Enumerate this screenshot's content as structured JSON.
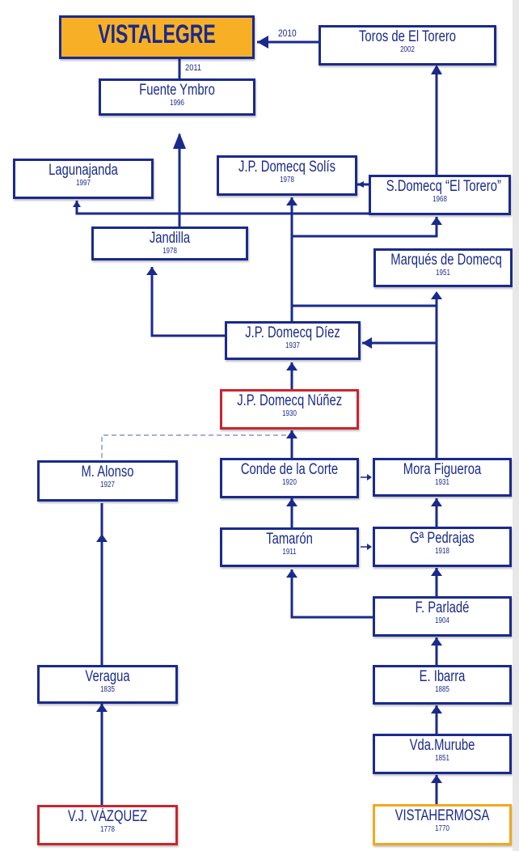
{
  "colors": {
    "line": "#1a2a8c",
    "red": "#c8262e",
    "orange": "#f2a81d",
    "main_fill": "#f7b026"
  },
  "nodes": {
    "vistalegre": {
      "name": "VISTALEGRE",
      "year": ""
    },
    "toros": {
      "name": "Toros de El Torero",
      "year": "2002"
    },
    "fuente": {
      "name": "Fuente Ymbro",
      "year": "1996"
    },
    "lagunajanda": {
      "name": "Lagunajanda",
      "year": "1997"
    },
    "jpdsolis": {
      "name": "J.P. Domecq Solís",
      "year": "1978"
    },
    "sdomecq": {
      "name": "S.Domecq “El Torero”",
      "year": "1968"
    },
    "jandilla": {
      "name": "Jandilla",
      "year": "1978"
    },
    "marques": {
      "name": "Marqués de Domecq",
      "year": "1951"
    },
    "jpdiez": {
      "name": "J.P. Domecq Díez",
      "year": "1937"
    },
    "jpnunez": {
      "name": "J.P. Domecq Núñez",
      "year": "1930"
    },
    "alonso": {
      "name": "M. Alonso",
      "year": "1927"
    },
    "conde": {
      "name": "Conde de la Corte",
      "year": "1920"
    },
    "mora": {
      "name": "Mora Figueroa",
      "year": "1931"
    },
    "tamaron": {
      "name": "Tamarón",
      "year": "1911"
    },
    "pedrajas": {
      "name": "Gª Pedrajas",
      "year": "1918"
    },
    "parlade": {
      "name": "F. Parladé",
      "year": "1904"
    },
    "veragua": {
      "name": "Veragua",
      "year": "1835"
    },
    "ibarra": {
      "name": "E. Ibarra",
      "year": "1885"
    },
    "murube": {
      "name": "Vda.Murube",
      "year": "1851"
    },
    "vazquez": {
      "name": "V.J. VÁZQUEZ",
      "year": "1778"
    },
    "vistahermosa": {
      "name": "VISTAHERMOSA",
      "year": "1770"
    }
  },
  "edge_labels": {
    "toros_to_vistalegre": "2010",
    "fuente_to_vistalegre": "2011"
  }
}
